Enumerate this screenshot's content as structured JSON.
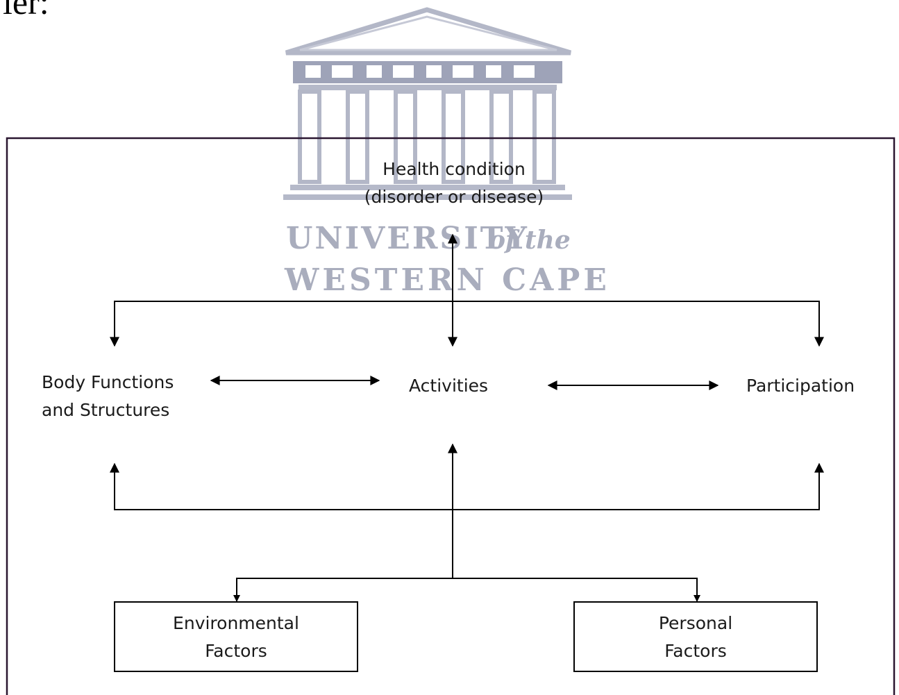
{
  "page_fragment": "ler:",
  "watermark": {
    "line1": "UNIVERSITY",
    "line1_suffix": "of the",
    "line2": "WESTERN CAPE"
  },
  "diagram": {
    "health_condition": {
      "line1": "Health condition",
      "line2": "(disorder or disease)"
    },
    "body_functions": {
      "line1": "Body Functions",
      "line2": "and Structures"
    },
    "activities": "Activities",
    "participation": "Participation",
    "environmental_factors": {
      "line1": "Environmental",
      "line2": "Factors"
    },
    "personal_factors": {
      "line1": "Personal",
      "line2": "Factors"
    }
  },
  "colors": {
    "lines": "#000000",
    "frame": "#2a1630",
    "watermark": "#a9adbd",
    "text": "#1a1a1a"
  }
}
